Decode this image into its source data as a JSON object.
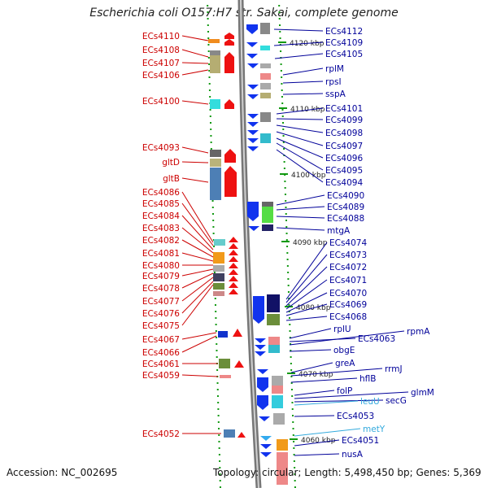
{
  "title": "Escherichia coli O157:H7 str. Sakai, complete genome",
  "accession_text": "Accession: NC_002695",
  "topology_text": "Topology: circular; Length: 5,498,450 bp; Genes: 5,369",
  "kbp_ticks": [
    "4120 kbp",
    "4110 kbp",
    "4100 kbp",
    "4090 kbp",
    "4080 kbp",
    "4070 kbp",
    "4060 kbp"
  ],
  "left_labels": [
    "ECs4110",
    "ECs4108",
    "ECs4107",
    "ECs4106",
    "ECs4100",
    "ECs4093",
    "gltD",
    "gltB",
    "ECs4086",
    "ECs4085",
    "ECs4084",
    "ECs4083",
    "ECs4082",
    "ECs4081",
    "ECs4080",
    "ECs4079",
    "ECs4078",
    "ECs4077",
    "ECs4076",
    "ECs4075",
    "ECs4067",
    "ECs4066",
    "ECs4061",
    "ECs4059",
    "ECs4052"
  ],
  "right_labels": [
    "ECs4112",
    "ECs4109",
    "ECs4105",
    "rplM",
    "rpsI",
    "sspA",
    "ECs4101",
    "ECs4099",
    "ECs4098",
    "ECs4097",
    "ECs4096",
    "ECs4095",
    "ECs4094",
    "ECs4090",
    "ECs4089",
    "ECs4088",
    "mtgA",
    "ECs4074",
    "ECs4073",
    "ECs4072",
    "ECs4071",
    "ECs4070",
    "ECs4069",
    "ECs4068",
    "rplU",
    "ECs4063",
    "rpmA",
    "obgE",
    "greA",
    "rrmJ",
    "hflB",
    "folP",
    "glmM",
    "secG",
    "leuU",
    "ECs4053",
    "metY",
    "ECs4051",
    "nusA"
  ],
  "colors": {
    "left_label": "#cc0000",
    "right_label": "#000099",
    "rna_label": "#33aadd",
    "backbone": "#8a8a8a",
    "tick": "#119911"
  }
}
